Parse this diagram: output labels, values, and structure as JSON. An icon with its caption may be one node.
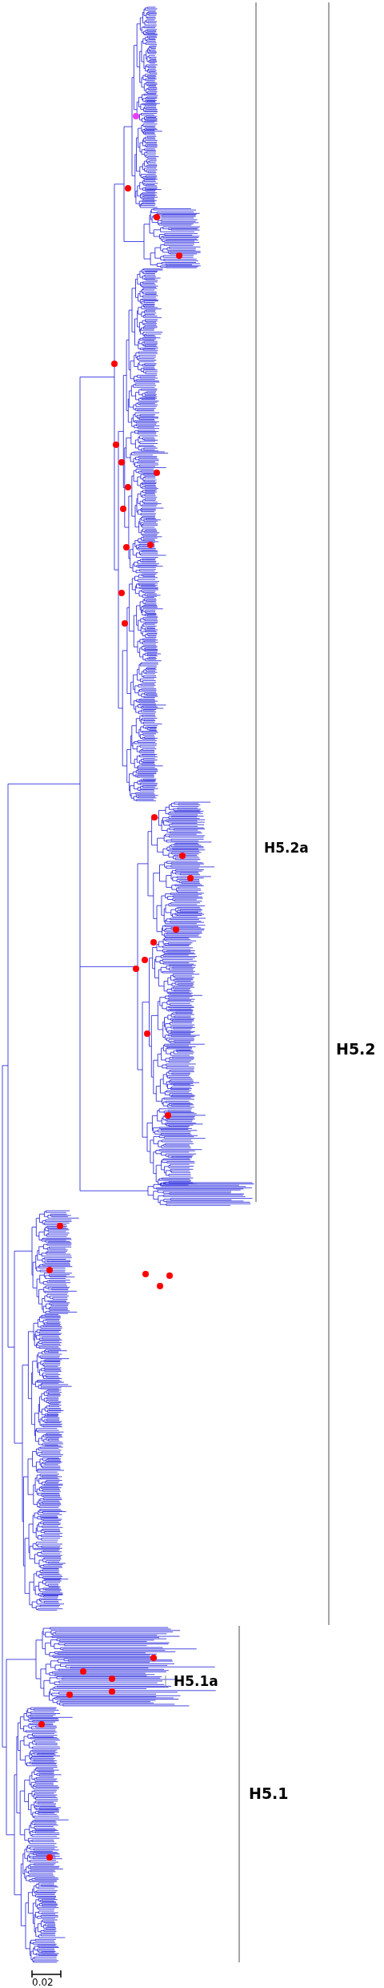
{
  "diagram": {
    "labels": [
      "H5.2a",
      "H5.2",
      "H5.1a",
      "H5.1",
      "0.02"
    ]
  }
}
